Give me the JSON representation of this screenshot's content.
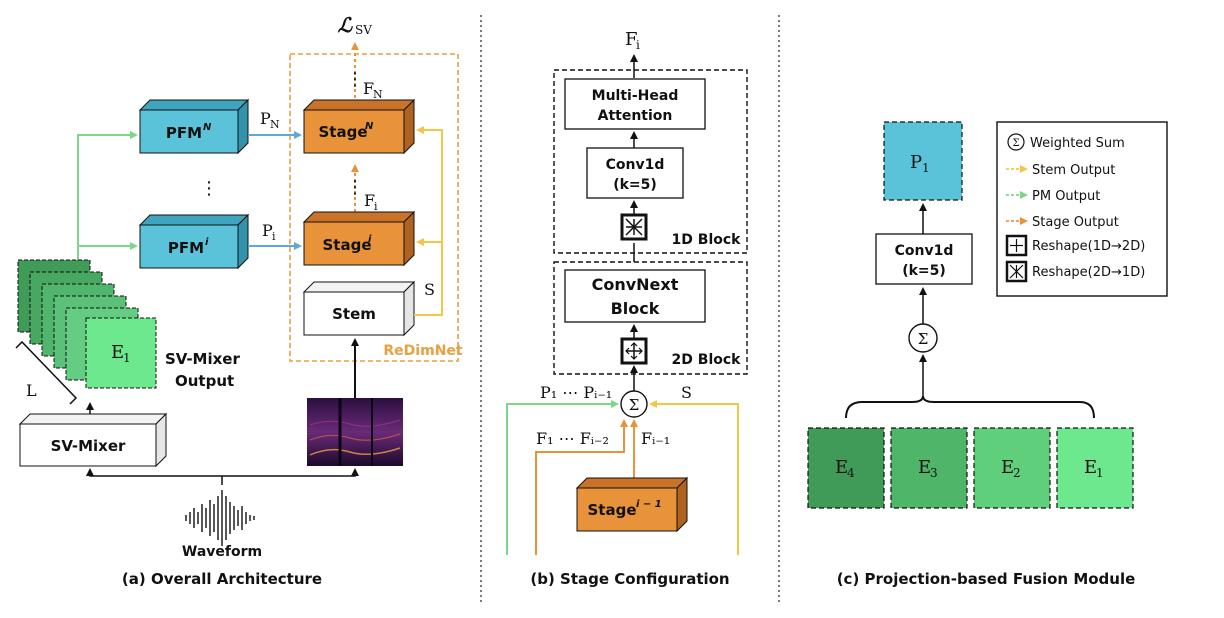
{
  "panels": {
    "a": {
      "caption": "(a) Overall Architecture",
      "loss": "ℒ",
      "loss_sub": "SV",
      "pfm_top": "PFM",
      "pfm_top_sup": "N",
      "pfm_mid": "PFM",
      "pfm_mid_sup": "i",
      "p_top": "P",
      "p_top_sub": "N",
      "p_mid": "P",
      "p_mid_sub": "i",
      "stage_top": "Stage",
      "stage_top_sup": "N",
      "stage_mid": "Stage",
      "stage_mid_sup": "i",
      "f_top": "F",
      "f_top_sub": "N",
      "f_mid": "F",
      "f_mid_sub": "i",
      "stem": "Stem",
      "s_label": "S",
      "redimnet": "ReDimNet",
      "e1": "E",
      "e1_sub": "1",
      "l_label": "L",
      "mixer_output_line1": "SV-Mixer",
      "mixer_output_line2": "Output",
      "sv_mixer": "SV-Mixer",
      "waveform": "Waveform",
      "vdots": "⋮"
    },
    "b": {
      "caption": "(b) Stage Configuration",
      "fi_top": "F",
      "fi_top_sub": "i",
      "mha_line1": "Multi-Head",
      "mha_line2": "Attention",
      "conv_line1": "Conv1d",
      "conv_line2": "(k=5)",
      "block1d": "1D Block",
      "convnext_line1": "ConvNext",
      "convnext_line2": "Block",
      "block2d": "2D Block",
      "sigma": "Σ",
      "p_range": "P₁ ⋯ Pᵢ₋₁",
      "s_label": "S",
      "f_range": "F₁ ⋯ Fᵢ₋₂",
      "f_prev": "Fᵢ₋₁",
      "stage_prev": "Stage",
      "stage_prev_sup": "i − 1"
    },
    "c": {
      "caption": "(c) Projection-based Fusion Module",
      "p1": "P",
      "p1_sub": "1",
      "conv_line1": "Conv1d",
      "conv_line2": "(k=5)",
      "sigma": "Σ",
      "embeddings": [
        {
          "label": "E",
          "sub": "4"
        },
        {
          "label": "E",
          "sub": "3"
        },
        {
          "label": "E",
          "sub": "2"
        },
        {
          "label": "E",
          "sub": "1"
        }
      ],
      "legend": {
        "weighted_sum": "Weighted Sum",
        "stem_output": "Stem Output",
        "pm_output": "PM Output",
        "stage_output": "Stage Output",
        "reshape_1d_2d": "Reshape(1D→2D)",
        "reshape_2d_1d": "Reshape(2D→1D)"
      }
    }
  },
  "colors": {
    "pfm": "#5bc3d9",
    "stage": "#e8923a",
    "stem_line": "#f2c744",
    "pm_line": "#7dd68a",
    "stage_line": "#e89a5a",
    "redimnet": "#e8a040",
    "emb_dark": "#3f9b57",
    "emb_mid": "#4fb569",
    "emb_light": "#5fcf7c",
    "emb_lightest": "#6de88f"
  }
}
